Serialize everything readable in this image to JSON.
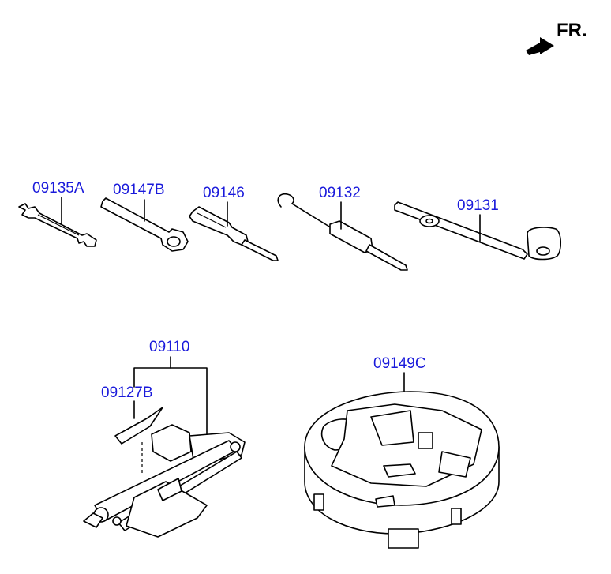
{
  "orientation": {
    "text": "FR.",
    "arrow_icon": "front-direction-arrow-icon"
  },
  "parts": [
    {
      "code": "09135A",
      "name": "wrench"
    },
    {
      "code": "09147B",
      "name": "wheel-bolt-wrench"
    },
    {
      "code": "09146",
      "name": "screwdriver"
    },
    {
      "code": "09132",
      "name": "hook-rod"
    },
    {
      "code": "09131",
      "name": "jack-handle"
    },
    {
      "code": "09110",
      "name": "jack-assembly"
    },
    {
      "code": "09127B",
      "name": "jack-label"
    },
    {
      "code": "09149C",
      "name": "tool-tray"
    }
  ],
  "colors": {
    "label": "#1a1adb",
    "line": "#000000",
    "background": "#ffffff"
  }
}
